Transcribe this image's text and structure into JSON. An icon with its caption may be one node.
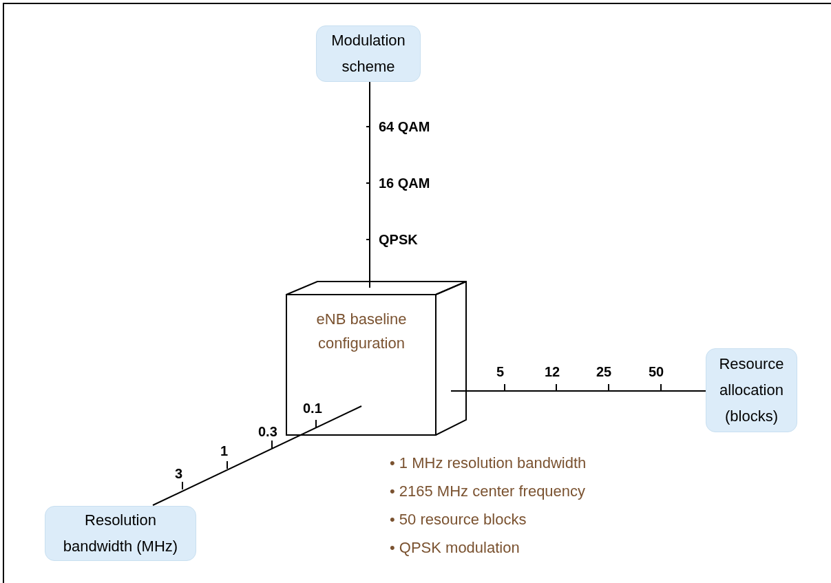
{
  "diagram": {
    "nodes": [
      {
        "text": [
          "Modulation scheme"
        ]
      },
      {
        "text": [
          "eNB baseline configuration"
        ]
      },
      {
        "text": [
          "Resource allocation (blocks)"
        ]
      },
      {
        "text": [
          "Resolution bandwidth (MHz)"
        ]
      }
    ],
    "edges": [
      {
        "from": 1,
        "to": 0,
        "arrow": "none"
      },
      {
        "from": 1,
        "to": 2,
        "arrow": "none"
      },
      {
        "from": 1,
        "to": 3,
        "arrow": "none"
      }
    ],
    "labels": [
      "64 QAM",
      "16 QAM",
      "QPSK",
      "5",
      "12",
      "25",
      "50",
      "0.1",
      "0.3",
      "1",
      "3",
      "• 1 MHz resolution bandwidth",
      "• 2165 MHz center frequency",
      "• 50 resource blocks",
      "• QPSK modulation"
    ]
  }
}
